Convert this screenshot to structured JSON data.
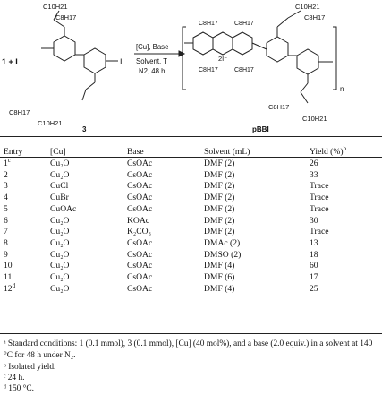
{
  "scheme": {
    "reactant_left": "1 + I",
    "reactant_sidechain_top": [
      "C10H21",
      "C8H17"
    ],
    "reactant_sidechain_bottom": [
      "C8H17",
      "C10H21"
    ],
    "iodide_right": "I",
    "compound_label": "3",
    "arrow_top_1": "[Cu], Base",
    "arrow_bottom_1": "Solvent, T",
    "arrow_bottom_2": "N2, 48 h",
    "product_chains": [
      "C8H17",
      "C8H17",
      "C8H17",
      "C8H17"
    ],
    "product_sidechain_top": [
      "C10H21",
      "C8H17"
    ],
    "product_sidechain_bottom": [
      "C8H17",
      "C10H21"
    ],
    "counterion": "2I⁻",
    "repeat": "n",
    "product_label": "pBBI"
  },
  "table": {
    "headers": [
      "Entry",
      "[Cu]",
      "Base",
      "Solvent (mL)",
      "Yield (%)"
    ],
    "header_yield_sup": "b",
    "rows": [
      {
        "entry": "1",
        "sup": "c",
        "cu": "Cu₂O",
        "base": "CsOAc",
        "solvent": "DMF (2)",
        "yield": "26"
      },
      {
        "entry": "2",
        "sup": "",
        "cu": "Cu₂O",
        "base": "CsOAc",
        "solvent": "DMF (2)",
        "yield": "33"
      },
      {
        "entry": "3",
        "sup": "",
        "cu": "CuCl",
        "base": "CsOAc",
        "solvent": "DMF (2)",
        "yield": "Trace"
      },
      {
        "entry": "4",
        "sup": "",
        "cu": "CuBr",
        "base": "CsOAc",
        "solvent": "DMF (2)",
        "yield": "Trace"
      },
      {
        "entry": "5",
        "sup": "",
        "cu": "CuOAc",
        "base": "CsOAc",
        "solvent": "DMF (2)",
        "yield": "Trace"
      },
      {
        "entry": "6",
        "sup": "",
        "cu": "Cu₂O",
        "base": "KOAc",
        "solvent": "DMF (2)",
        "yield": "30"
      },
      {
        "entry": "7",
        "sup": "",
        "cu": "Cu₂O",
        "base": "K₂CO₃",
        "solvent": "DMF (2)",
        "yield": "Trace"
      },
      {
        "entry": "8",
        "sup": "",
        "cu": "Cu₂O",
        "base": "CsOAc",
        "solvent": "DMAc (2)",
        "yield": "13"
      },
      {
        "entry": "9",
        "sup": "",
        "cu": "Cu₂O",
        "base": "CsOAc",
        "solvent": "DMSO (2)",
        "yield": "18"
      },
      {
        "entry": "10",
        "sup": "",
        "cu": "Cu₂O",
        "base": "CsOAc",
        "solvent": "DMF (4)",
        "yield": "60"
      },
      {
        "entry": "11",
        "sup": "",
        "cu": "Cu₂O",
        "base": "CsOAc",
        "solvent": "DMF (6)",
        "yield": "17"
      },
      {
        "entry": "12",
        "sup": "d",
        "cu": "Cu₂O",
        "base": "CsOAc",
        "solvent": "DMF (4)",
        "yield": "25"
      }
    ]
  },
  "footnotes": {
    "a": "ᵃ Standard conditions: 1 (0.1 mmol), 3 (0.1 mmol), [Cu] (40 mol%), and a base (2.0 equiv.) in a solvent at 140 °C for 48 h under N₂.",
    "b": "ᵇ Isolated yield.",
    "c": "ᶜ 24 h.",
    "d": "ᵈ 150 °C."
  }
}
